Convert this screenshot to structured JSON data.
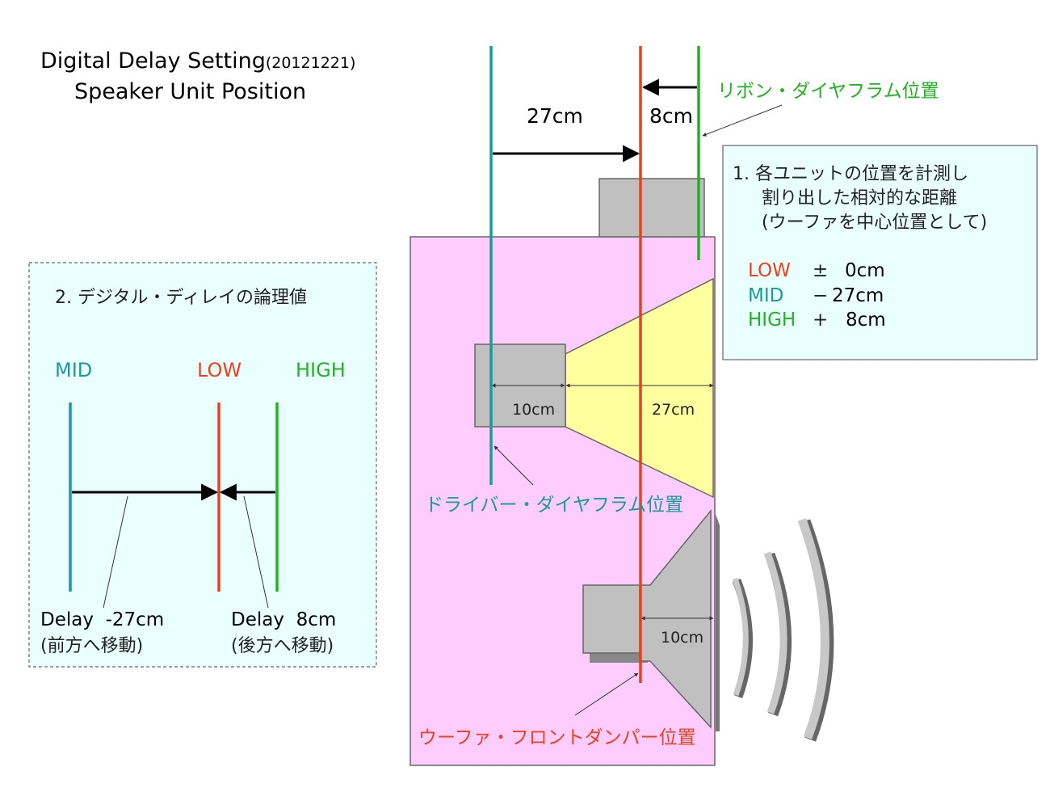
{
  "title": {
    "line1": "Digital Delay Setting",
    "date": "(20121221)",
    "line2": "Speaker Unit Position"
  },
  "top_dims": {
    "mid_to_low": "27cm",
    "high_to_low": "8cm"
  },
  "labels": {
    "ribbon": "リボン・ダイヤフラム位置",
    "driver": "ドライバー・ダイヤフラム位置",
    "woofer": "ウーファ・フロントダンパー位置"
  },
  "driver_dims": {
    "body": "10cm",
    "horn": "27cm"
  },
  "woofer_dim": "10cm",
  "info_box": {
    "line1": "1. 各ユニットの位置を計測し",
    "line2": "割り出した相対的な距離",
    "line3": "(ウーファを中心位置として)",
    "rows": [
      {
        "name": "LOW",
        "sign": "±",
        "value": "0cm",
        "color": "#e8431e"
      },
      {
        "name": "MID",
        "sign": "−",
        "value": "27cm",
        "color": "#1a9a9a"
      },
      {
        "name": "HIGH",
        "sign": "+",
        "value": "8cm",
        "color": "#22b322"
      }
    ]
  },
  "delay_box": {
    "heading": "2. デジタル・ディレイの論理値",
    "mid": "MID",
    "low": "LOW",
    "high": "HIGH",
    "delay_mid": "Delay  -27cm",
    "delay_mid_note": "(前方へ移動)",
    "delay_high": "Delay  8cm",
    "delay_high_note": "(後方へ移動)"
  },
  "colors": {
    "low": "#e8431e",
    "mid": "#1a9a9a",
    "high": "#22b322",
    "cabinet": "#ffccff",
    "horn": "#ffffa0",
    "unit": "#c0c0c0",
    "box_bg": "#eaffff"
  }
}
